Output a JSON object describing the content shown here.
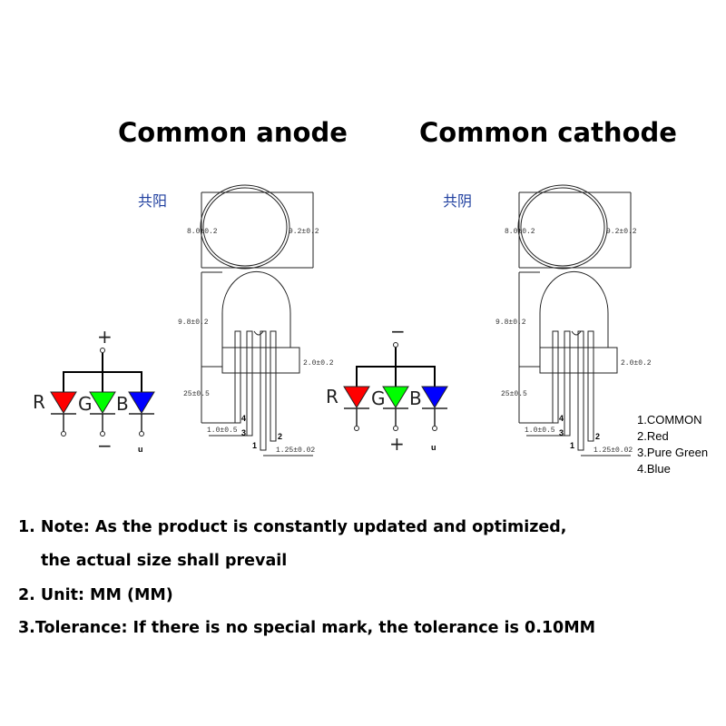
{
  "titles": {
    "anode": "Common anode",
    "cathode": "Common cathode"
  },
  "chinese_labels": {
    "anode": "共阳",
    "cathode": "共阴"
  },
  "dimensions": {
    "lens_inner": "8.0±0.2",
    "lens_outer": "9.2±0.2",
    "height": "9.8±0.2",
    "flange": "2.0±0.2",
    "lead_length": "25±0.5",
    "lead_offset": "1.0±0.5",
    "pitch": "1.25±0.02"
  },
  "pins": [
    "1",
    "2",
    "3",
    "4"
  ],
  "schematic": {
    "labels": [
      "R",
      "G",
      "B"
    ],
    "anode": {
      "top": "+",
      "bottom": "−",
      "mark": "u"
    },
    "cathode": {
      "top": "−",
      "bottom": "+",
      "mark": "u"
    },
    "colors": {
      "red": "#ff0000",
      "green": "#00ff00",
      "blue": "#0000ff"
    }
  },
  "legend": [
    "1.COMMON",
    "2.Red",
    "3.Pure Green",
    "4.Blue"
  ],
  "notes": [
    "1. Note: As the product is constantly updated and optimized,",
    "the actual size shall prevail",
    "2. Unit: MM (MM)",
    "3.Tolerance: If there is no special mark, the tolerance is 0.10MM"
  ]
}
